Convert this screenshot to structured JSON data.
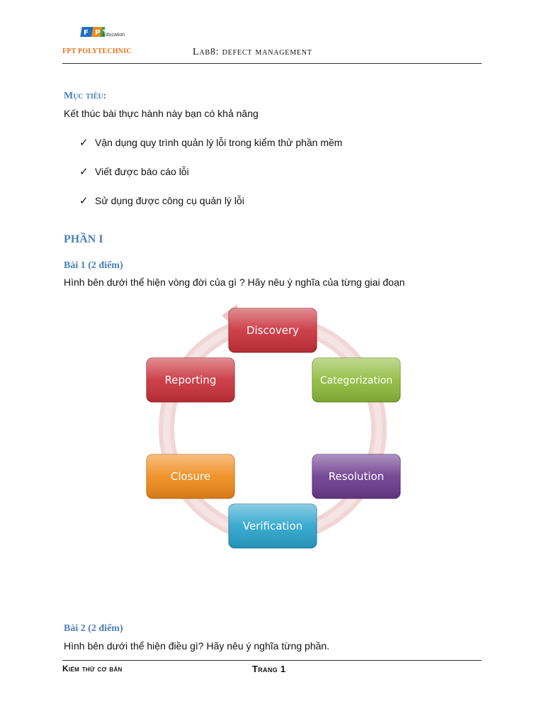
{
  "header": {
    "logo_brand": "FPT POLYTECHNIC",
    "logo_sub": "Education",
    "logo_colors": {
      "f": "#1f6fc4",
      "p": "#f08a1c",
      "t": "#3aa34a"
    },
    "title": "Lab8: defect management"
  },
  "objectives": {
    "heading": "Mục tiêu:",
    "intro": "Kết thúc bài thực hành này bạn có khả năng",
    "items": [
      "Vận dụng quy trình quản lý lỗi trong kiểm thử phần mềm",
      "Viết được báo cáo lỗi",
      "Sử dụng được công cụ quản lý lỗi"
    ],
    "check_glyph": "✓"
  },
  "part": {
    "heading": "PHẦN I"
  },
  "exercise1": {
    "heading": "Bài 1 (2 điểm)",
    "question": "Hình bên dưới thể hiện vòng đời của gì ? Hãy nêu ý nghĩa của từng giai đoạn"
  },
  "cycle": {
    "stages": [
      {
        "label": "Discovery",
        "color": "#c9303a"
      },
      {
        "label": "Categorization",
        "color": "#8dba3a"
      },
      {
        "label": "Resolution",
        "color": "#6b3a8e"
      },
      {
        "label": "Verification",
        "color": "#2aa3cc"
      },
      {
        "label": "Closure",
        "color": "#ef8a1a"
      },
      {
        "label": "Reporting",
        "color": "#c9303a"
      }
    ],
    "ring_color": "#ecc8c8"
  },
  "exercise2": {
    "heading": "Bài 2 (2 điểm)",
    "question": "Hình bên dưới thể hiện điều gì? Hãy nêu ý nghĩa từng phần."
  },
  "footer": {
    "left": "Kiểm thử cơ bản",
    "right": "Trang 1"
  }
}
